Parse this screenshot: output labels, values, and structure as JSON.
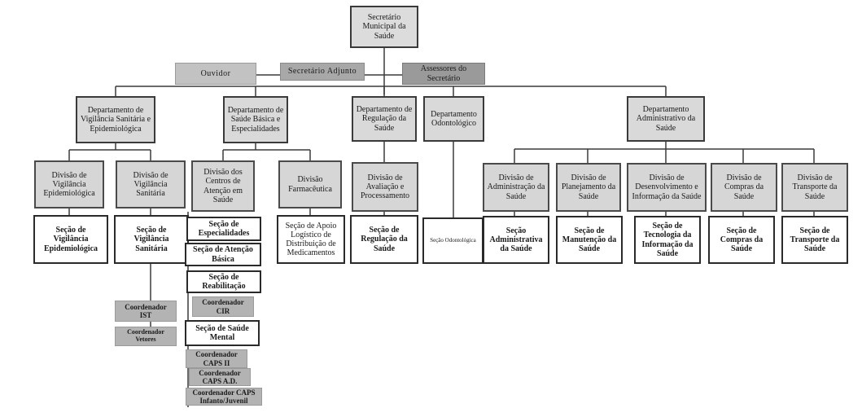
{
  "org": {
    "secretario": "Secretário Municipal da Saúde",
    "ouvidor": "Ouvidor",
    "secretario_adjunto": "Secretário Adjunto",
    "assessores": "Assessores do Secretário",
    "departments": {
      "vigilancia": "Departamento de Vigilância Sanitária e Epidemiológica",
      "saude_basica": "Departamento de Saúde Básica e Especialidades",
      "regulacao": "Departamento de Regulação da Saúde",
      "odontologico": "Departamento Odontológico",
      "administrativo": "Departamento Administrativo da Saúde"
    },
    "divisions": {
      "vig_epidemiologica": "Divisão de Vigilância Epidemiológica",
      "vig_sanitaria": "Divisão de Vigilância Sanitária",
      "centros_atencao": "Divisão dos Centros de Atenção em Saúde",
      "farmaceutica": "Divisão Farmacêutica",
      "avaliacao": "Divisão de Avaliação e Processamento",
      "administracao": "Divisão de Administração da Saúde",
      "planejamento": "Divisão de Planejamento da Saúde",
      "desenvolvimento": "Divisão de Desenvolvimento e Informação da Saúde",
      "compras": "Divisão de Compras da Saúde",
      "transporte": "Divisão de Transporte da Saúde"
    },
    "sections": {
      "vig_epidemiologica": "Seção de Vigilância Epidemiológica",
      "vig_sanitaria": "Seção de Vigilância Sanitária",
      "especialidades": "Seção de Especialidades",
      "atencao_basica": "Seção de Atenção Básica",
      "reabilitacao": "Seção de Reabilitação",
      "saude_mental": "Seção de Saúde Mental",
      "apoio_logistico": "Seção de Apoio Logístico de Distribuição de Medicamentos",
      "regulacao": "Seção de Regulação da Saúde",
      "odontologica": "Seção Odontológica",
      "administrativa": "Seção Administrativa da Saúde",
      "manutencao": "Seção de Manutenção da Saúde",
      "tecnologia": "Seção de Tecnologia da Informação da Saúde",
      "compras": "Seção de Compras da Saúde",
      "transporte": "Seção de Transporte da Saúde"
    },
    "coordinators": {
      "ist": "Coordenador IST",
      "vetores": "Coordenador Vetores",
      "cir": "Coordenador CIR",
      "caps_ii": "Coordenador CAPS II",
      "caps_ad": "Coordenador CAPS A.D.",
      "caps_ij": "Coordenador CAPS Infanto/Juvenil"
    }
  }
}
